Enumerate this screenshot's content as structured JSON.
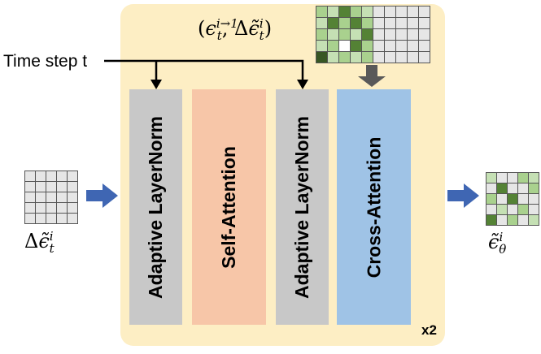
{
  "diagram": {
    "blocks": [
      {
        "id": "adaptive-layernorm-1",
        "label": "Adaptive LayerNorm",
        "color": "#c8c8c8"
      },
      {
        "id": "self-attention",
        "label": "Self-Attention",
        "color": "#f7c6a8"
      },
      {
        "id": "adaptive-layernorm-2",
        "label": "Adaptive LayerNorm",
        "color": "#c8c8c8"
      },
      {
        "id": "cross-attention",
        "label": "Cross-Attention",
        "color": "#9fc3e6"
      }
    ],
    "repeat": "x2",
    "time_step_label": "Time step t",
    "top_formula": {
      "open": "(",
      "base": "ϵ",
      "sup": "i→1",
      "sub": "t",
      "separator": ", ",
      "second_prefix": "Δ",
      "second_base": "ϵ̃",
      "second_sup": "i",
      "second_sub": "t",
      "close": ")"
    },
    "input_label": {
      "prefix": "Δ",
      "base": "ϵ̃",
      "sup": "i",
      "sub": "t"
    },
    "output_label": {
      "base": "ϵ̃",
      "sup": "i",
      "sub": "θ"
    },
    "colors": {
      "background_block": "#fdeec4",
      "arrow_blue": "#3f66b3",
      "arrow_gray": "#595959",
      "grid_light": "#e6e6e6",
      "green_light": "#c5e0b4",
      "green_mid": "#a9d18e",
      "green_dark": "#548235",
      "green_darker": "#375623"
    }
  }
}
